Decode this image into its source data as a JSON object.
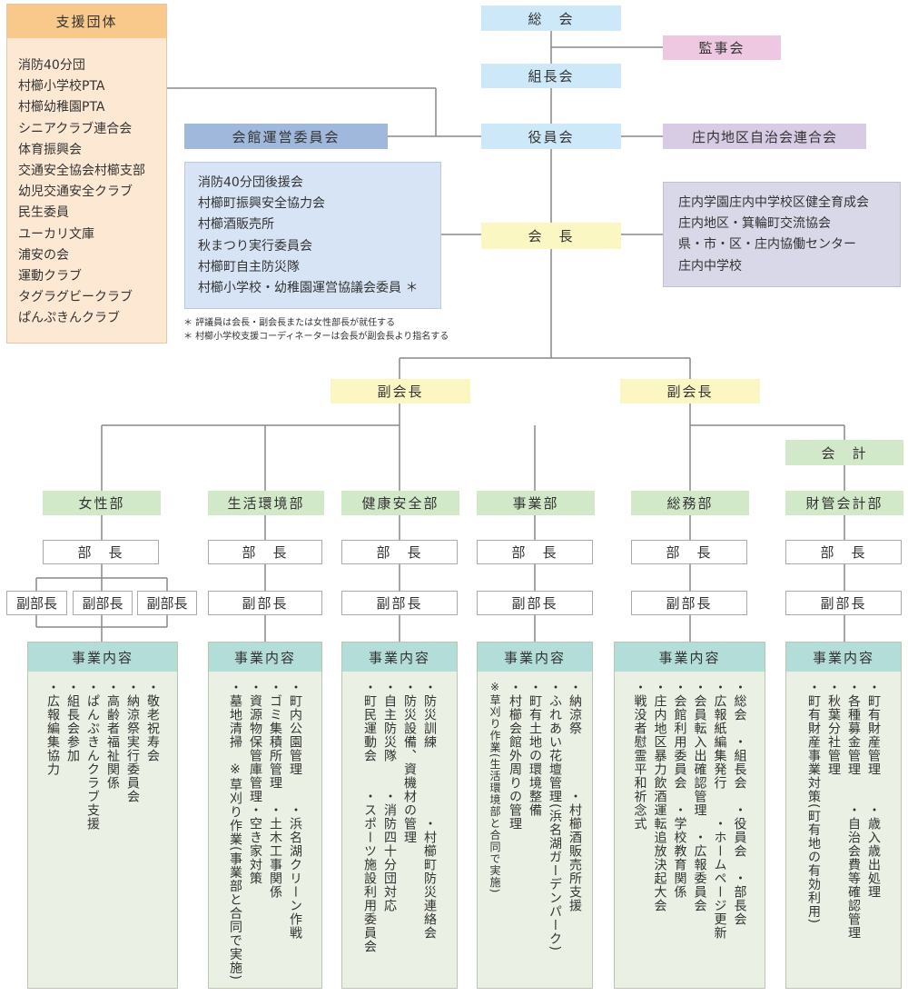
{
  "support": {
    "title": "支援団体",
    "items": [
      "消防40分団",
      "村櫛小学校PTA",
      "村櫛幼稚園PTA",
      "シニアクラブ連合会",
      "体育振興会",
      "交通安全協会村櫛支部",
      "幼児交通安全クラブ",
      "民生委員",
      "ユーカリ文庫",
      "浦安の会",
      "運動クラブ",
      "タグラグビークラブ",
      "ぱんぷきんクラブ"
    ]
  },
  "top": {
    "general_meeting": "総　会",
    "auditors": "監事会",
    "group_leaders": "組長会",
    "officers": "役員会",
    "hall_committee": "会館運営委員会",
    "federation": "庄内地区自治会連合会",
    "chairman": "会　長",
    "vice1": "副会長",
    "vice2": "副会長",
    "accounting": "会　計"
  },
  "left_orgs": [
    "消防40分団後援会",
    "村櫛町振興安全協力会",
    "村櫛酒販売所",
    "秋まつり実行委員会",
    "村櫛町自主防災隊",
    "村櫛小学校・幼稚園運営協議会委員 ＊"
  ],
  "right_orgs": [
    "庄内学園庄内中学校区健全育成会",
    "庄内地区・箕輪町交流協会",
    "県・市・区・庄内協働センター",
    "庄内中学校"
  ],
  "notes": [
    "＊ 評議員は会長・副会長または女性部長が就任する",
    "＊ 村櫛小学校支援コーディネーターは会長が副会長より指名する"
  ],
  "departments": [
    {
      "name": "女性部",
      "head": "部　長",
      "deputy": "副部長",
      "work_title": "事業内容",
      "items": [
        "・敬老祝寿会",
        "・納涼祭実行委員会",
        "・高齢者福祉関係",
        "・ぱんぷきんクラブ支援",
        "・組長会参加",
        "・広報編集協力"
      ]
    },
    {
      "name": "生活環境部",
      "head": "部　長",
      "deputy": "副部長",
      "work_title": "事業内容",
      "items": [
        "・町内公園管理　　・浜名湖クリーン作戦",
        "・ゴミ集積所管理　・土木工事関係",
        "・資源物保管庫管理・空き家対策",
        "・墓地清掃　※草刈り作業(事業部と合同で実施)"
      ]
    },
    {
      "name": "健康安全部",
      "head": "部　長",
      "deputy": "副部長",
      "work_title": "事業内容",
      "items": [
        "・防災訓練　　　　　・村櫛町防災連絡会",
        "・防災設備、資機材の管理",
        "・自主防災隊　　・消防四十分団対応",
        "・町民運動会　　・スポーツ施設利用委員会"
      ]
    },
    {
      "name": "事業部",
      "head": "部　長",
      "deputy": "副部長",
      "work_title": "事業内容",
      "items": [
        "・納涼祭　　　　・村櫛酒販売所支援",
        "・ふれあい花壇管理(浜名湖ガーデンパーク)",
        "・町有土地の環境整備",
        "・村櫛会館外周りの管理",
        "※草刈り作業(生活環境部と合同で実施)"
      ]
    },
    {
      "name": "総務部",
      "head": "部　長",
      "deputy": "副部長",
      "work_title": "事業内容",
      "items": [
        "・総会　・組長会　・役員会　・部長会",
        "・広報紙編集発行　　・ホームページ更新",
        "・会員転入出確認管理　・広報委員会",
        "・会館利用委員会　・学校教育関係",
        "・庄内地区暴力飲酒運転追放決起大会",
        "・戦没者慰霊平和祈念式"
      ]
    },
    {
      "name": "財管会計部",
      "head": "部　長",
      "deputy": "副部長",
      "work_title": "事業内容",
      "items": [
        "・町有財産管理　　・歳入歳出処理",
        "・各種募金管理　　・自治会費等確認管理",
        "・秋葉分社管理",
        "・町有財産事業対策(町有地の有効利用)"
      ]
    }
  ],
  "women_deputies": [
    "副部長",
    "副部長",
    "副部長"
  ]
}
